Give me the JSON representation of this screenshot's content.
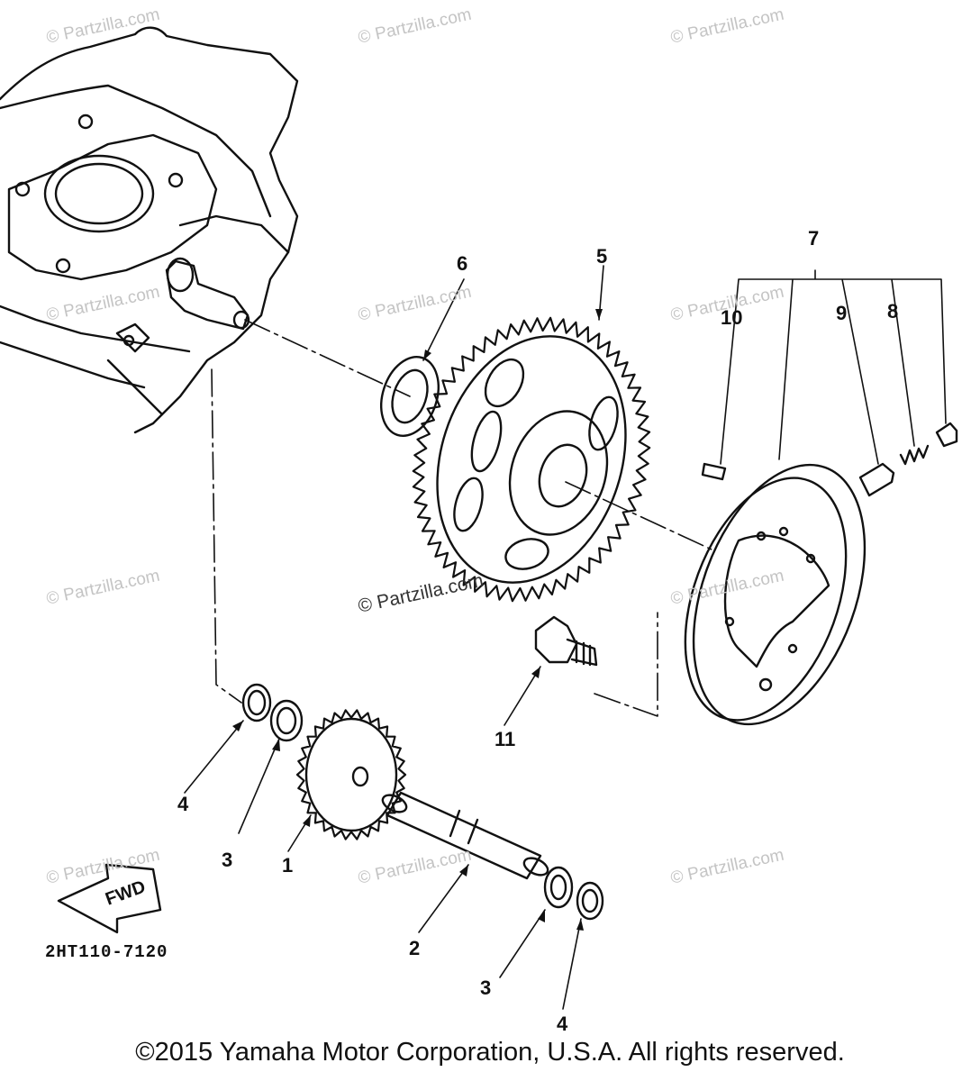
{
  "watermark": "© Partzilla.com",
  "center_watermark": "© Partzilla.com",
  "callouts": {
    "p1": "1",
    "p2": "2",
    "p3a": "3",
    "p3b": "3",
    "p4a": "4",
    "p4b": "4",
    "p5": "5",
    "p6": "6",
    "p7": "7",
    "p8": "8",
    "p9": "9",
    "p10": "10",
    "p11": "11"
  },
  "fwd_label": "FWD",
  "diagram_code": "2HT110-7120",
  "copyright": "©2015 Yamaha Motor Corporation, U.S.A. All rights reserved."
}
